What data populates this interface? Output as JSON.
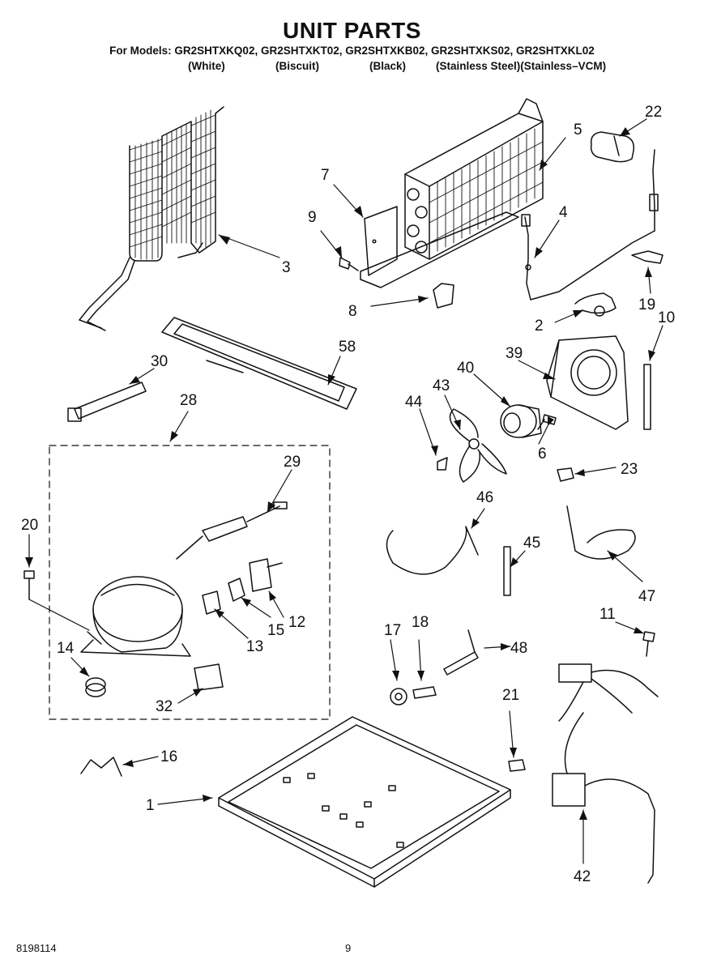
{
  "header": {
    "title": "UNIT PARTS",
    "models": "For Models: GR2SHTXKQ02, GR2SHTXKT02, GR2SHTXKB02, GR2SHTXKS02, GR2SHTXKL02",
    "finishes": [
      "(White)",
      "(Biscuit)",
      "(Black)",
      "(Stainless Steel)(Stainless–VCM)"
    ]
  },
  "callouts": {
    "c1": "1",
    "c2": "2",
    "c3": "3",
    "c4": "4",
    "c5": "5",
    "c6": "6",
    "c7": "7",
    "c8": "8",
    "c9": "9",
    "c10": "10",
    "c11": "11",
    "c12": "12",
    "c13": "13",
    "c14": "14",
    "c15": "15",
    "c16": "16",
    "c17": "17",
    "c18": "18",
    "c19": "19",
    "c20": "20",
    "c21": "21",
    "c22": "22",
    "c23": "23",
    "c28": "28",
    "c29": "29",
    "c30": "30",
    "c32": "32",
    "c39": "39",
    "c40": "40",
    "c42": "42",
    "c43": "43",
    "c44": "44",
    "c45": "45",
    "c46": "46",
    "c47": "47",
    "c48": "48",
    "c58": "58"
  },
  "footer": {
    "doc_number": "8198114",
    "page_number": "9"
  }
}
